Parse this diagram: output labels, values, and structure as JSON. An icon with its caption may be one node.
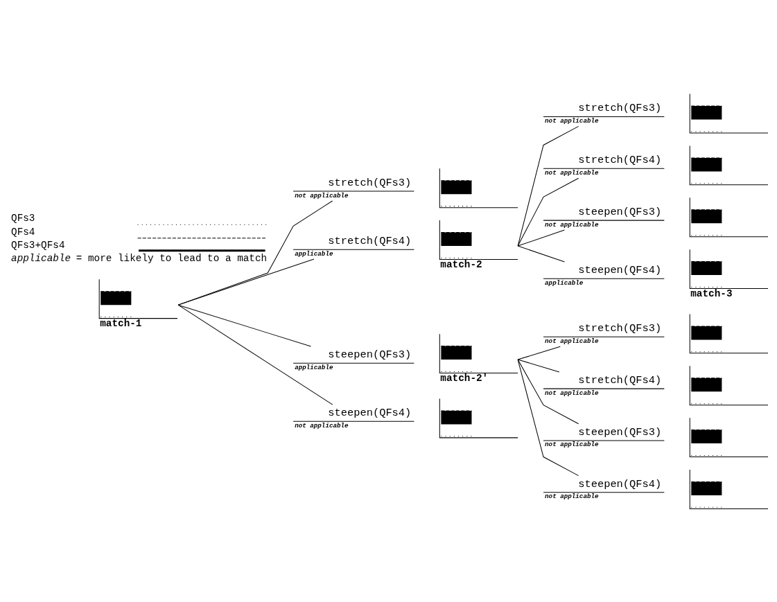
{
  "diagram": {
    "nodes": [
      {
        "text": [
          "match-1"
        ]
      },
      {
        "text": [
          "stretch(QFs3)",
          "not applicable"
        ]
      },
      {
        "text": [],
        "shape": "picture"
      },
      {
        "text": [
          "stretch(QFs4)",
          "applicable"
        ]
      },
      {
        "text": [
          "match-2"
        ]
      },
      {
        "text": [
          "steepen(QFs3)",
          "applicable"
        ]
      },
      {
        "text": [
          "match-2'"
        ]
      },
      {
        "text": [
          "steepen(QFs4)",
          "not applicable"
        ]
      },
      {
        "text": [],
        "shape": "picture"
      },
      {
        "text": [
          "stretch(QFs3)",
          "not applicable"
        ]
      },
      {
        "text": [],
        "shape": "picture"
      },
      {
        "text": [
          "stretch(QFs4)",
          "not applicable"
        ]
      },
      {
        "text": [],
        "shape": "picture"
      },
      {
        "text": [
          "steepen(QFs3)",
          "not applicable"
        ]
      },
      {
        "text": [],
        "shape": "picture"
      },
      {
        "text": [
          "steepen(QFs4)",
          "applicable"
        ]
      },
      {
        "text": [
          "match-3"
        ]
      },
      {
        "text": [
          "stretch(QFs3)",
          "not applicable"
        ]
      },
      {
        "text": [],
        "shape": "picture"
      },
      {
        "text": [
          "stretch(QFs4)",
          "not applicable"
        ]
      },
      {
        "text": [],
        "shape": "picture"
      },
      {
        "text": [
          "steepen(QFs3)",
          "not applicable"
        ]
      },
      {
        "text": [],
        "shape": "picture"
      },
      {
        "text": [
          "steepen(QFs4)",
          "not applicable"
        ]
      },
      {
        "text": [],
        "shape": "picture"
      }
    ],
    "edges": [
      {
        "from": 0,
        "to": 1,
        "arrow": "none"
      },
      {
        "from": 0,
        "to": 3,
        "arrow": "none"
      },
      {
        "from": 0,
        "to": 5,
        "arrow": "none"
      },
      {
        "from": 0,
        "to": 7,
        "arrow": "none"
      },
      {
        "from": 4,
        "to": 9,
        "arrow": "none"
      },
      {
        "from": 4,
        "to": 11,
        "arrow": "none"
      },
      {
        "from": 4,
        "to": 13,
        "arrow": "none"
      },
      {
        "from": 4,
        "to": 15,
        "arrow": "none"
      },
      {
        "from": 6,
        "to": 17,
        "arrow": "none"
      },
      {
        "from": 6,
        "to": 19,
        "arrow": "none"
      },
      {
        "from": 6,
        "to": 21,
        "arrow": "none"
      },
      {
        "from": 6,
        "to": 23,
        "arrow": "none"
      }
    ],
    "labels": [
      "*applicable* = more likely to lead to a match"
    ],
    "legend": [
      {
        "text": "QFs3"
      },
      {
        "text": "QFs4"
      },
      {
        "text": "QFs3+QFs4"
      }
    ]
  }
}
